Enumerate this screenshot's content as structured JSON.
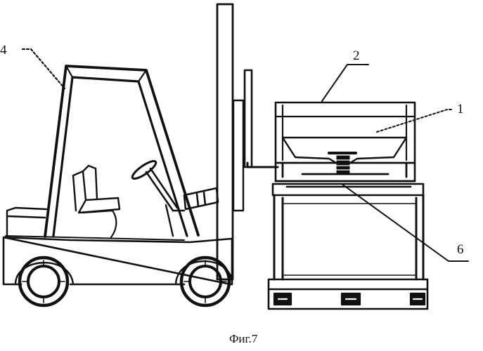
{
  "figure": {
    "caption": "Фиг.7",
    "labels": {
      "label_1": "1",
      "label_2": "2",
      "label_4": "4",
      "label_6": "6"
    }
  },
  "colors": {
    "ink": "#111111",
    "hatch": "#555555",
    "background": "#ffffff"
  }
}
